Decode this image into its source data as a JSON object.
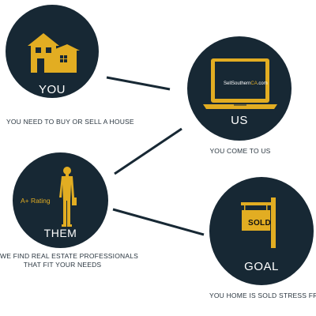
{
  "colors": {
    "circle": "#172834",
    "accent": "#e2ad22",
    "line": "#172834",
    "caption": "#2a3640"
  },
  "nodes": {
    "you": {
      "label": "YOU",
      "caption": "YOU NEED TO BUY OR SELL A HOUSE",
      "icon": "house-icon"
    },
    "us": {
      "label": "US",
      "caption": "YOU COME TO US",
      "icon": "laptop-icon",
      "screen_text_main": "SellSouthern",
      "screen_text_accent": "CA",
      "screen_text_suffix": ".com"
    },
    "them": {
      "label": "THEM",
      "caption_line1": "WE FIND REAL ESTATE PROFESSIONALS",
      "caption_line2": "THAT FIT YOUR NEEDS",
      "icon": "businessman-icon",
      "rating_text": "A+ Rating"
    },
    "goal": {
      "label": "GOAL",
      "caption": "YOU HOME IS SOLD STRESS FREE",
      "icon": "sold-sign-icon",
      "sign_text": "SOLD"
    }
  }
}
